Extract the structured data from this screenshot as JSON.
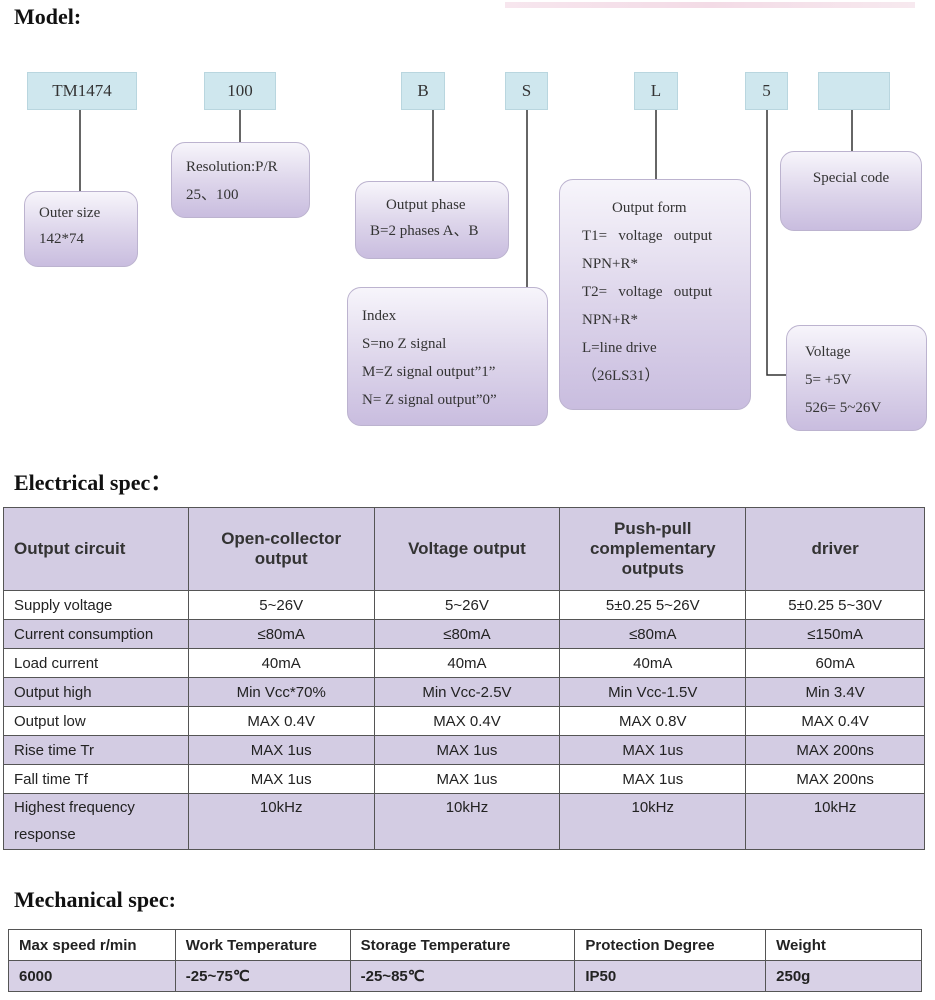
{
  "model_title": "Model:",
  "codes": [
    "TM1474",
    "100",
    "B",
    "S",
    "L",
    "5",
    ""
  ],
  "bubbles": {
    "outer_size": [
      "Outer size",
      "142*74"
    ],
    "resolution": [
      "Resolution:P/R",
      "25、100"
    ],
    "output_phase": [
      "Output phase",
      "B=2 phases A、B"
    ],
    "index": [
      "Index",
      "S=no Z signal",
      "M=Z signal output”1”",
      "N= Z signal output”0”"
    ],
    "output_form": [
      "Output form",
      "T1=   voltage   output",
      "NPN+R*",
      "T2=   voltage   output",
      "NPN+R*",
      "L=line drive",
      "（26LS31）"
    ],
    "special_code": [
      "Special code"
    ],
    "voltage": [
      "Voltage",
      "5= +5V",
      "526= 5~26V"
    ]
  },
  "electrical_title": "Electrical spec：",
  "electrical": {
    "headers": [
      "Output circuit",
      "Open-collector output",
      "Voltage output",
      "Push-pull complementary outputs",
      "driver"
    ],
    "rows": [
      [
        "Supply voltage",
        "5~26V",
        "5~26V",
        "5±0.25    5~26V",
        "5±0.25    5~30V"
      ],
      [
        "Current consumption",
        "≤80mA",
        "≤80mA",
        "≤80mA",
        "≤150mA"
      ],
      [
        "Load current",
        "40mA",
        "40mA",
        "40mA",
        "60mA"
      ],
      [
        "Output high",
        "Min Vcc*70%",
        "Min Vcc-2.5V",
        "Min Vcc-1.5V",
        "Min 3.4V"
      ],
      [
        "Output low",
        "MAX 0.4V",
        "MAX 0.4V",
        "MAX 0.8V",
        "MAX 0.4V"
      ],
      [
        "Rise time Tr",
        "MAX 1us",
        "MAX 1us",
        "MAX 1us",
        "MAX 200ns"
      ],
      [
        "Fall time Tf",
        "MAX 1us",
        "MAX 1us",
        "MAX 1us",
        "MAX 200ns"
      ],
      [
        "Highest frequency response",
        "10kHz",
        "10kHz",
        "10kHz",
        "10kHz"
      ]
    ]
  },
  "mechanical_title": "Mechanical spec:",
  "mechanical": {
    "headers": [
      "Max speed r/min",
      "Work Temperature",
      "Storage Temperature",
      "Protection Degree",
      "Weight"
    ],
    "values": [
      "6000",
      "-25~75℃",
      "-25~85℃",
      "IP50",
      "250g"
    ]
  },
  "colors": {
    "code_box": "#cfe7ee",
    "bubble": "#d5cce6",
    "table_shade": "#d3cce3"
  }
}
